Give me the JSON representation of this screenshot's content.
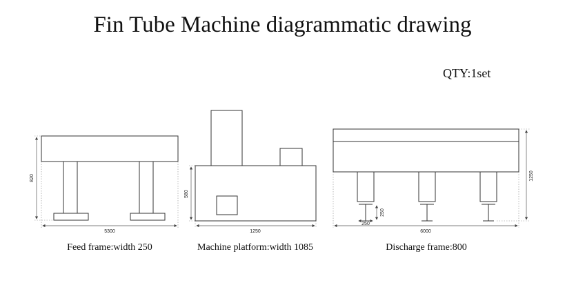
{
  "title": "Fin Tube Machine diagrammatic drawing",
  "qty": "QTY:1set",
  "feed_frame": {
    "caption": "Feed frame:width 250",
    "dim_height": "820",
    "dim_length": "5300"
  },
  "machine_platform": {
    "caption": "Machine platform:width 1085",
    "dim_height": "580",
    "dim_length": "1250"
  },
  "discharge_frame": {
    "caption": "Discharge frame:800",
    "dim_height": "1250",
    "dim_length": "6000",
    "dim_support_height": "250",
    "dim_support_width": "250"
  }
}
